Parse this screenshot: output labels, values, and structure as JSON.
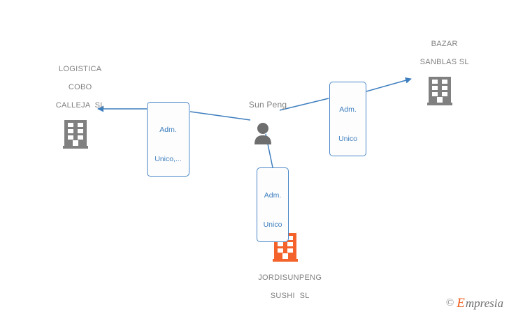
{
  "diagram": {
    "type": "relationship-graph",
    "background_color": "#ffffff",
    "company_color": "#808080",
    "highlight_company_color": "#f4632c",
    "edge_color": "#4a86c8",
    "nodes": [
      {
        "id": "logistica-cobo-calleja",
        "kind": "company",
        "icon": "building-icon",
        "color": "#808080",
        "label_lines": [
          "LOGISTICA",
          "COBO",
          "CALLEJA  SL"
        ]
      },
      {
        "id": "bazar-sanblas",
        "kind": "company",
        "icon": "building-icon",
        "color": "#808080",
        "label_lines": [
          "BAZAR",
          "SANBLAS SL"
        ]
      },
      {
        "id": "sun-peng",
        "kind": "person",
        "icon": "person-icon",
        "color": "#6e6e6e",
        "label_lines": [
          "Sun Peng"
        ]
      },
      {
        "id": "jordisunpeng-sushi",
        "kind": "company",
        "icon": "building-icon",
        "color": "#f4632c",
        "label_lines": [
          "JORDISUNPENG",
          "SUSHI  SL"
        ]
      }
    ],
    "edges": [
      {
        "id": "edge-sunpeng-logistica",
        "from": "sun-peng",
        "to": "logistica-cobo-calleja",
        "label_lines": [
          "Adm.",
          "Unico,..."
        ]
      },
      {
        "id": "edge-sunpeng-bazar",
        "from": "sun-peng",
        "to": "bazar-sanblas",
        "label_lines": [
          "Adm.",
          "Unico"
        ]
      },
      {
        "id": "edge-sunpeng-jordisunpeng",
        "from": "sun-peng",
        "to": "jordisunpeng-sushi",
        "label_lines": [
          "Adm.",
          "Unico"
        ]
      }
    ]
  },
  "watermark": {
    "copyright": "©",
    "brand_initial": "E",
    "brand_rest": "mpresia"
  }
}
